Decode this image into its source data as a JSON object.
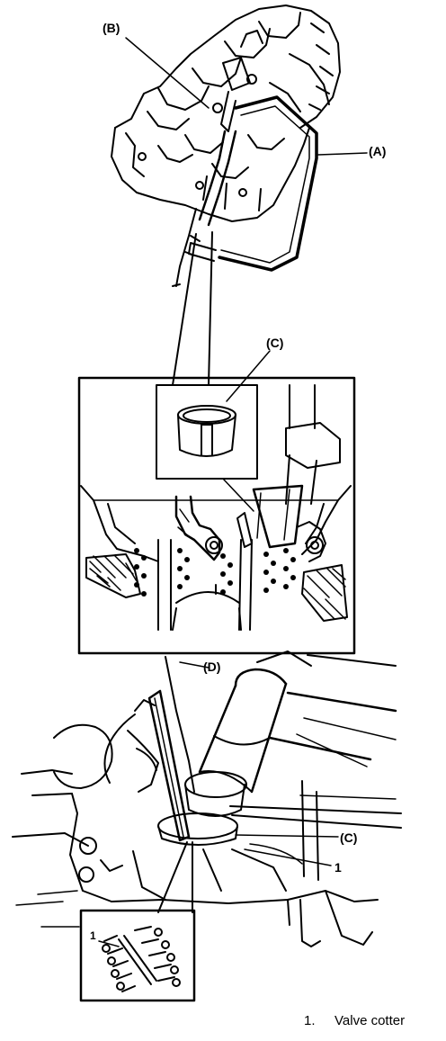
{
  "callouts": {
    "a": "(A)",
    "b": "(B)",
    "c_upper": "(C)",
    "c_lower": "(C)",
    "d": "(D)",
    "one_main": "1",
    "one_inset": "1"
  },
  "legend": {
    "number": "1.",
    "text": "Valve cotter"
  }
}
